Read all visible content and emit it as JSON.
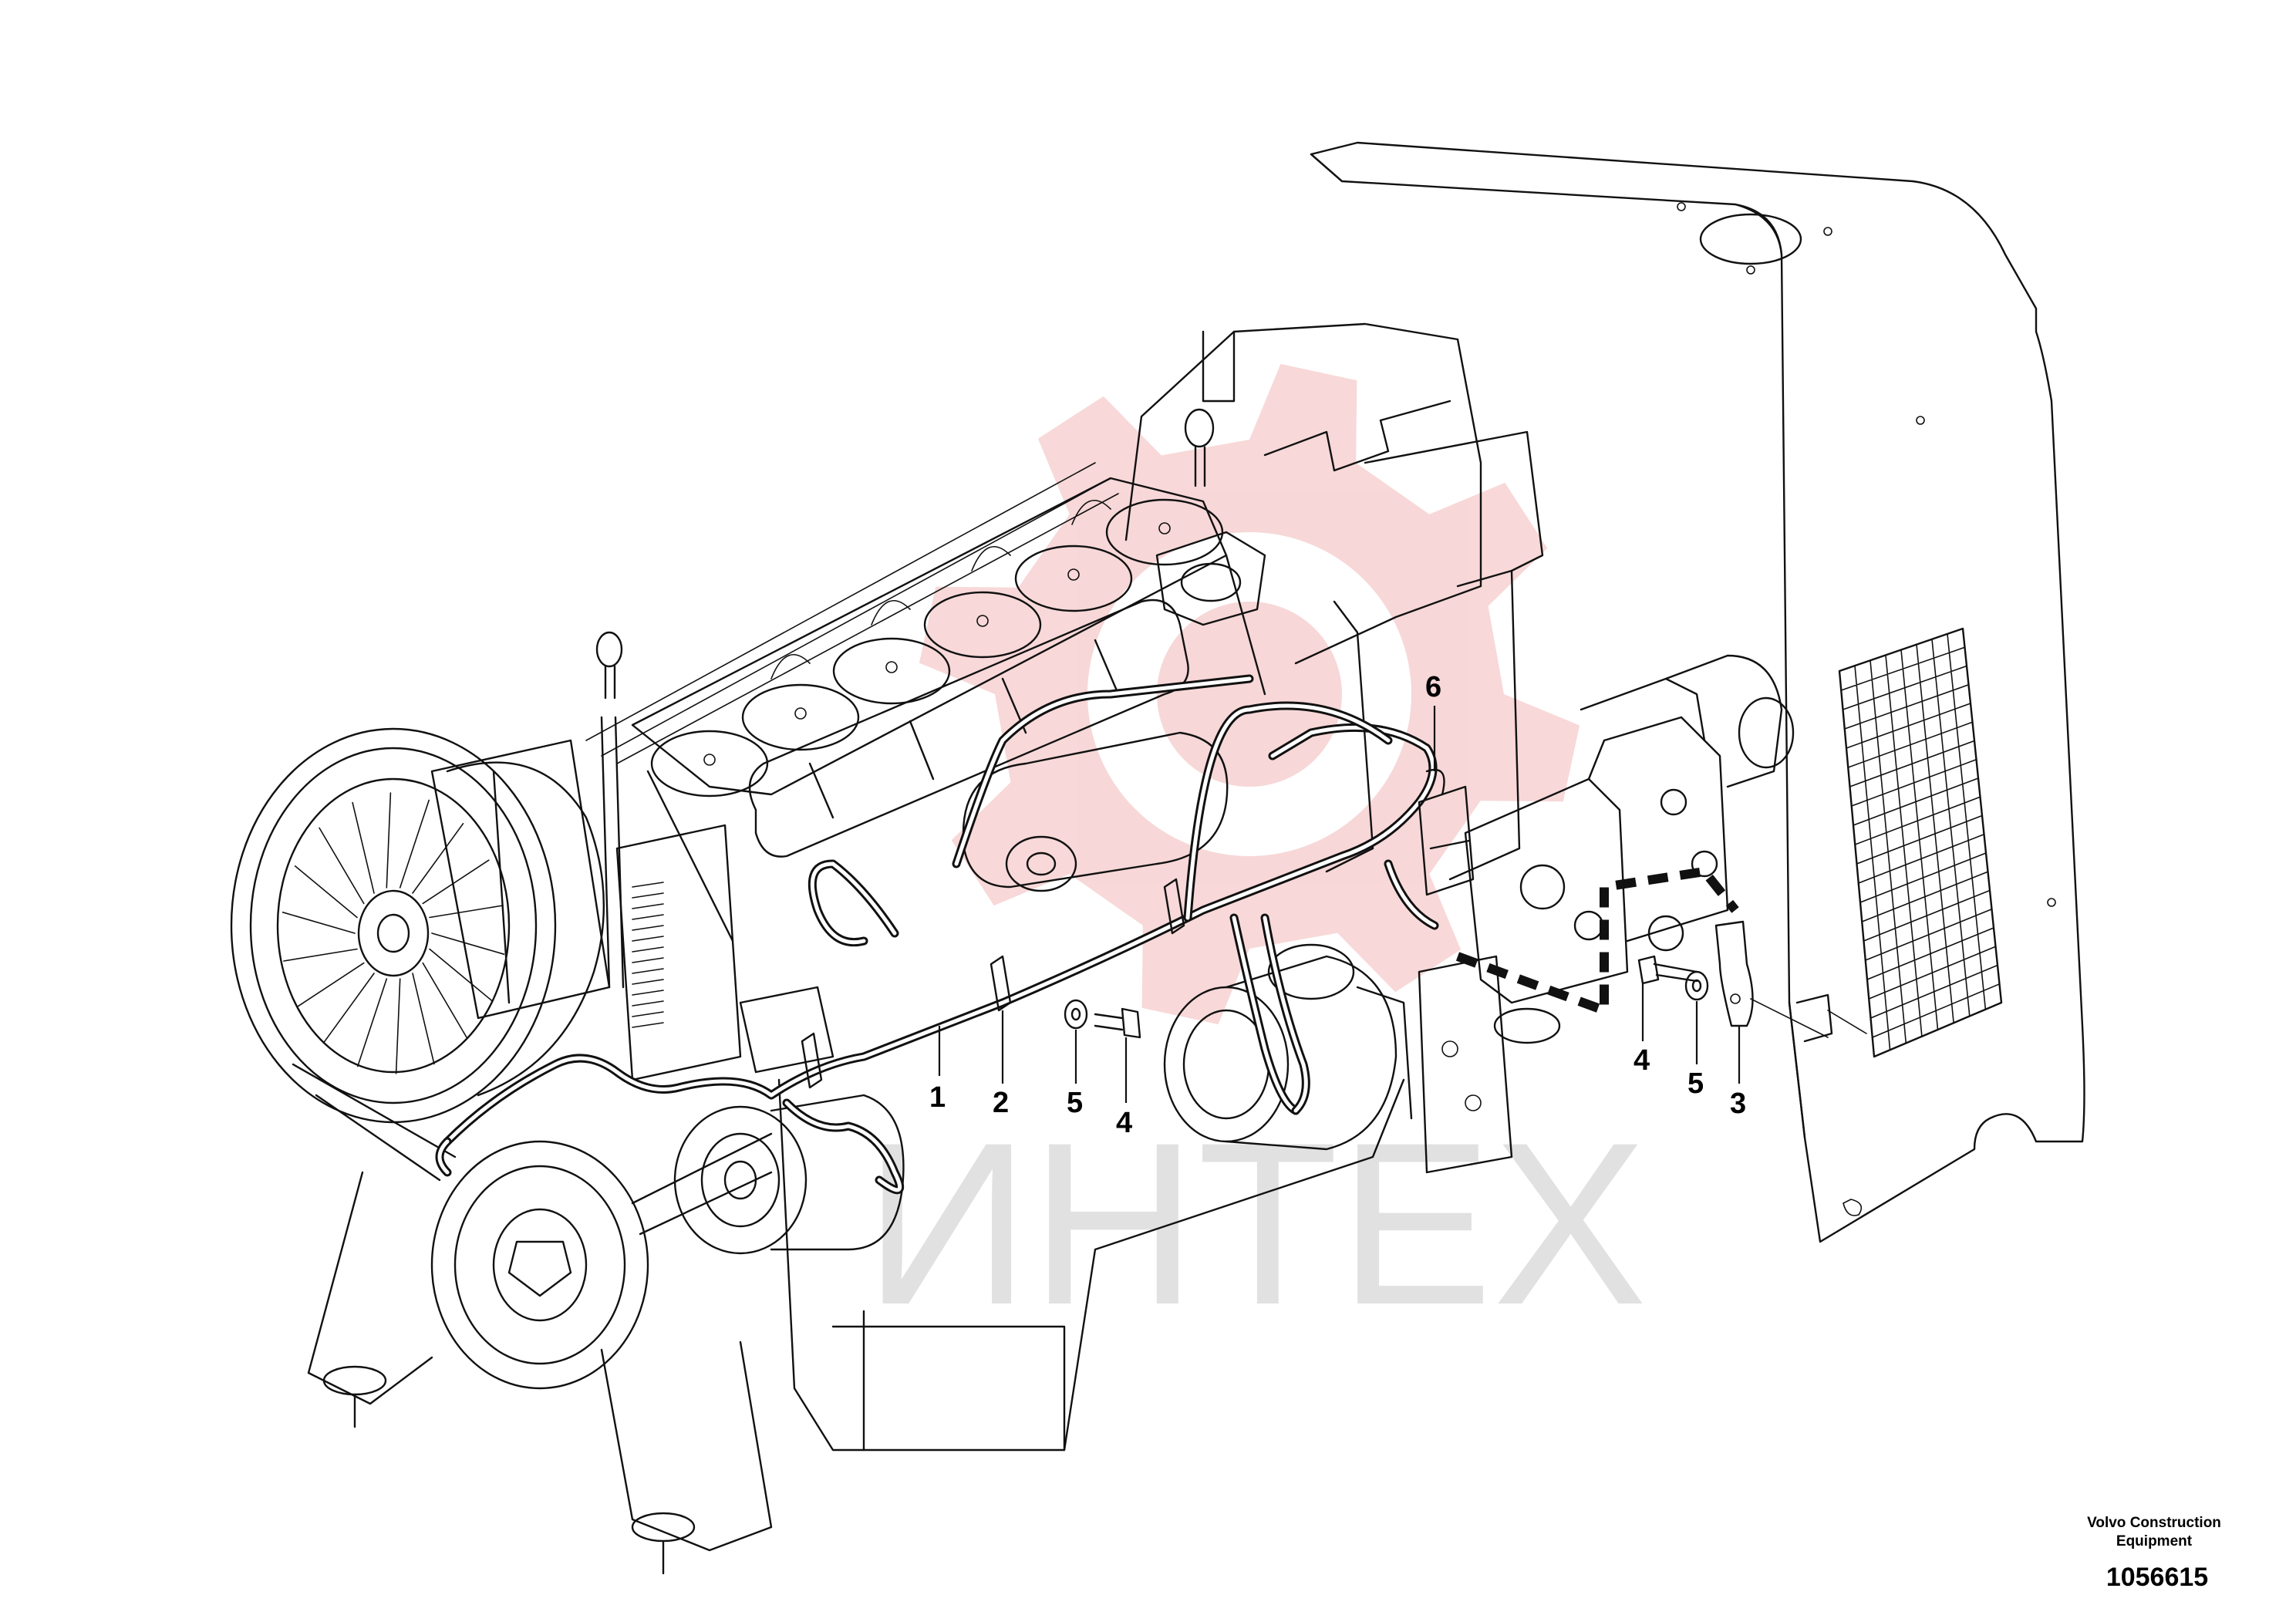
{
  "watermark": {
    "text": "ИНТЕХ",
    "gear_color": "#f2b8b8",
    "text_color": "#d8d8d8"
  },
  "callouts": [
    "1",
    "2",
    "5",
    "4",
    "6",
    "4",
    "5",
    "3"
  ],
  "title_block": {
    "company_line1": "Volvo Construction",
    "company_line2": "Equipment",
    "drawing_number": "1056615"
  },
  "colors": {
    "line": "#111111",
    "background": "#ffffff"
  }
}
